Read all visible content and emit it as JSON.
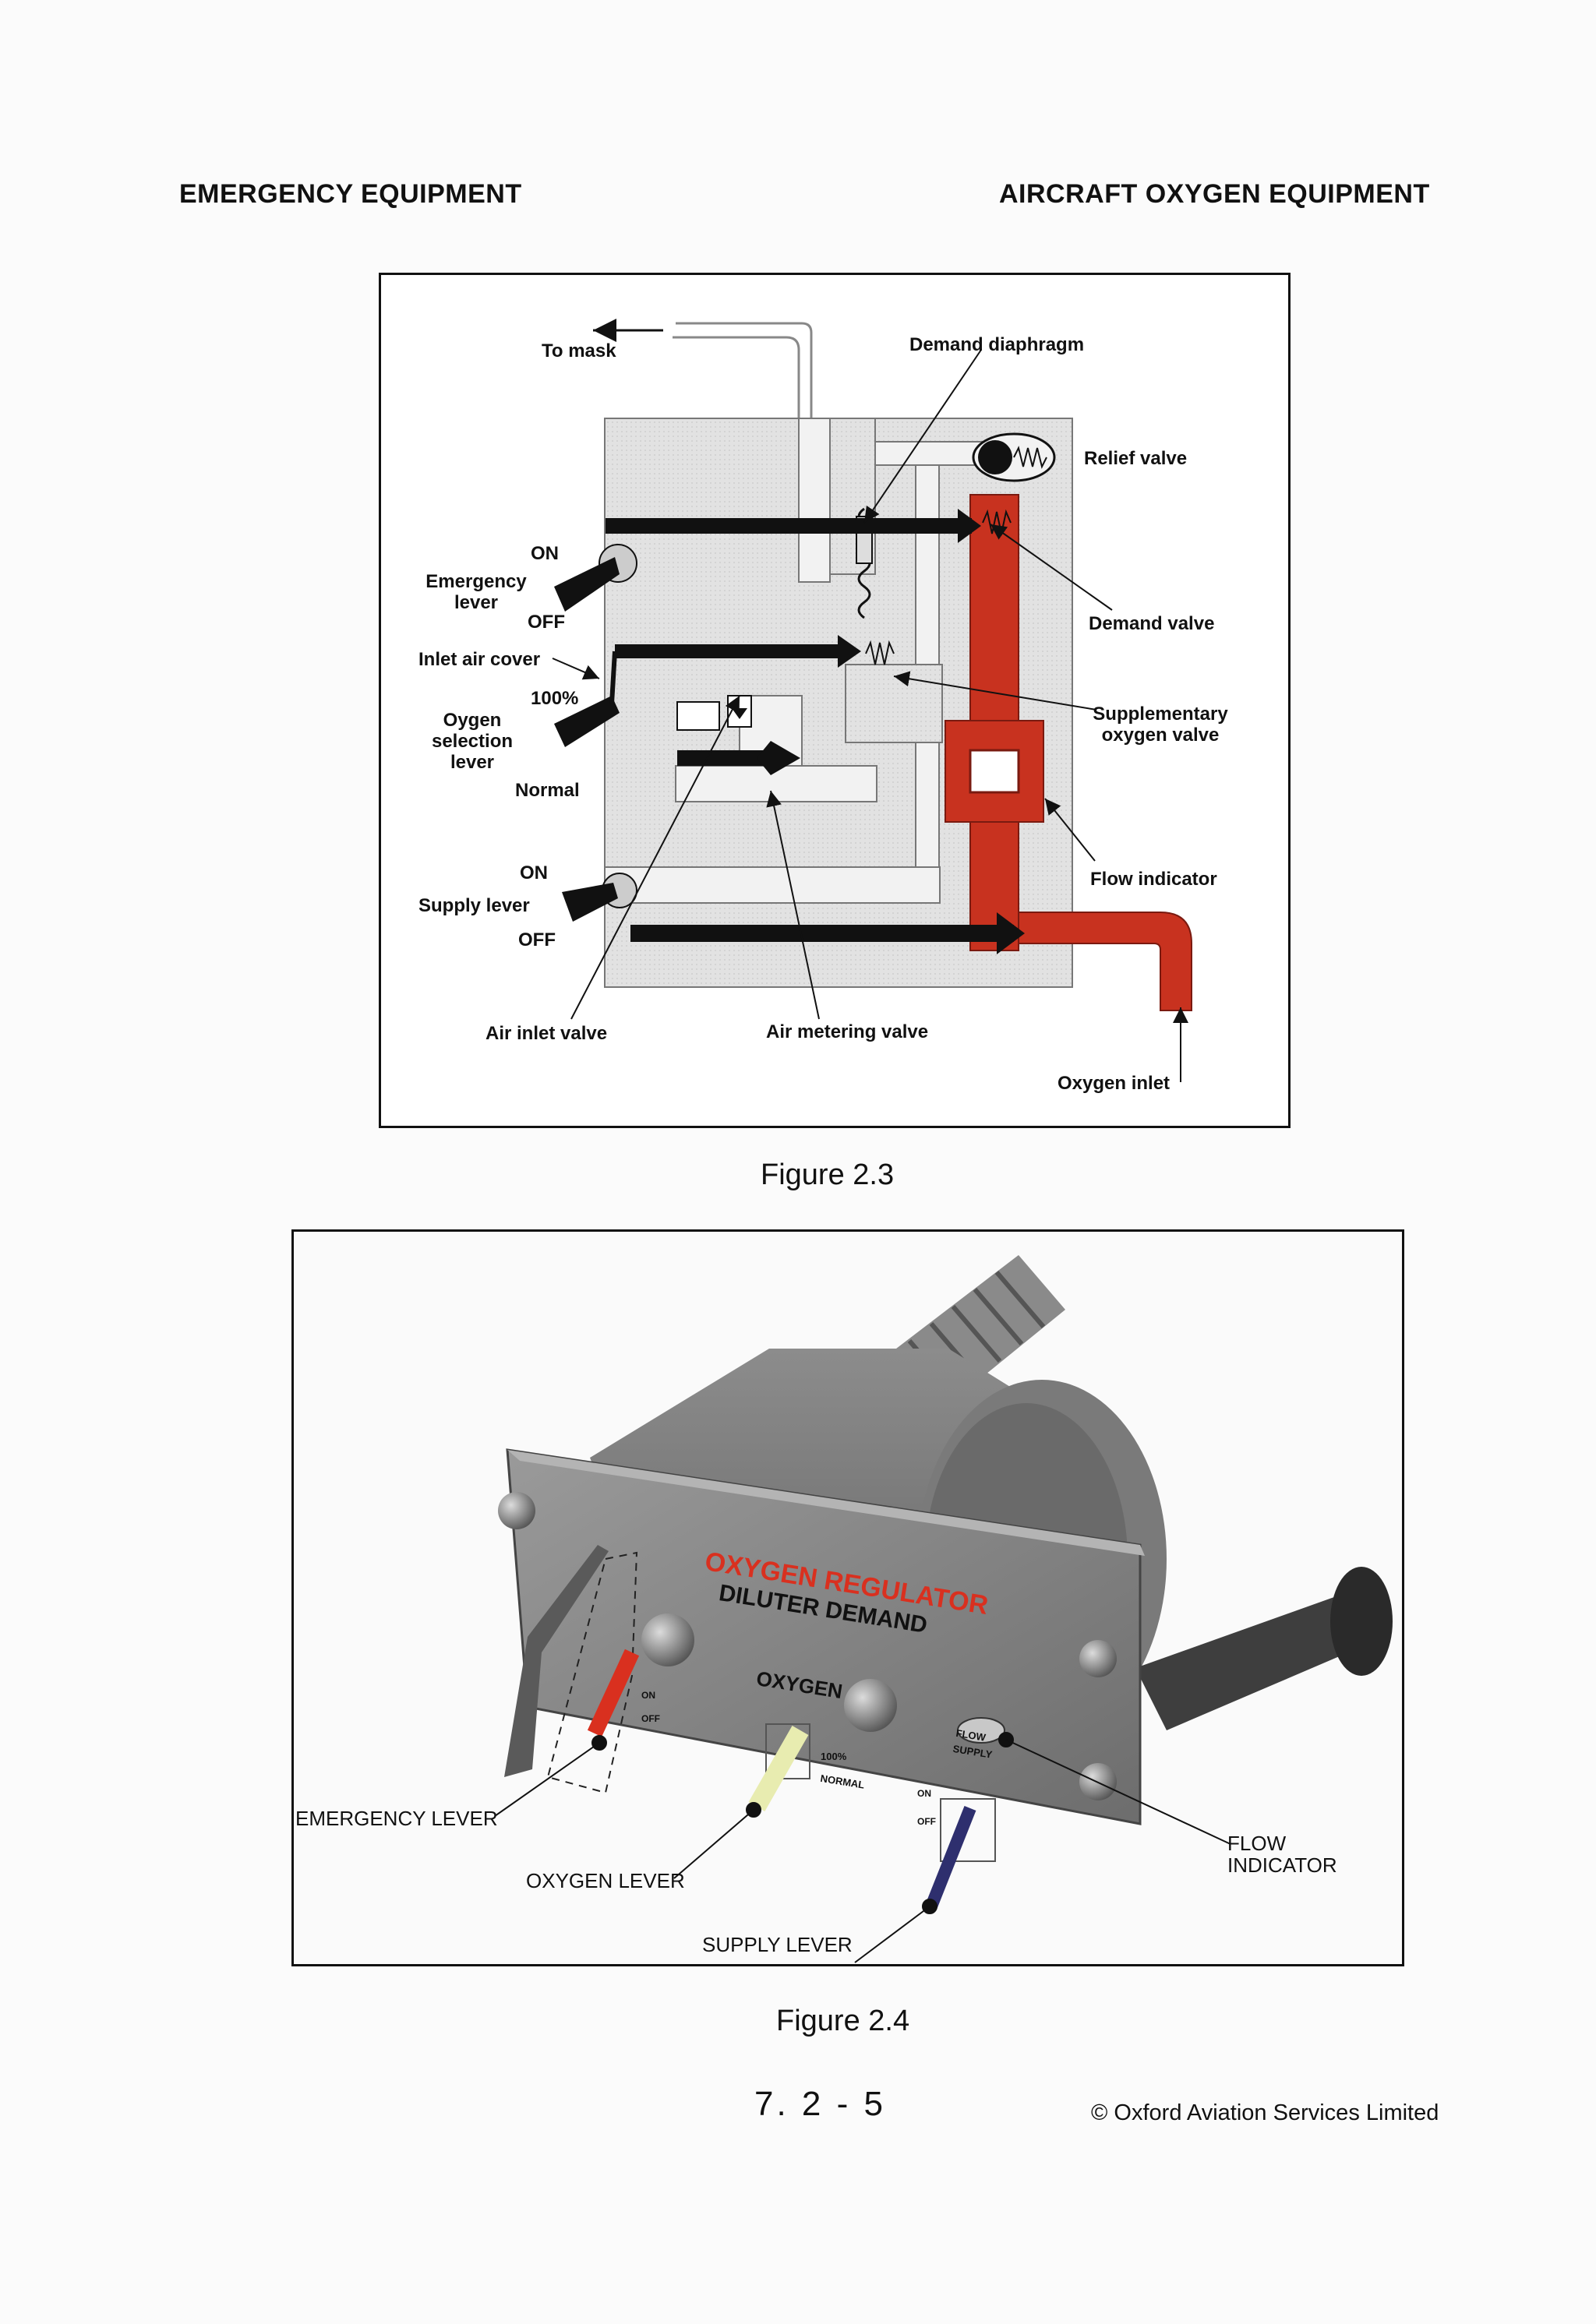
{
  "header": {
    "left": "EMERGENCY EQUIPMENT",
    "right": "AIRCRAFT OXYGEN EQUIPMENT"
  },
  "figure_2_3": {
    "caption": "Figure 2.3",
    "labels": {
      "to_mask": "To mask",
      "demand_diaphragm": "Demand diaphragm",
      "relief_valve": "Relief valve",
      "demand_valve": "Demand valve",
      "supplementary_valve": "Supplementary oxygen valve",
      "flow_indicator": "Flow indicator",
      "oxygen_inlet": "Oxygen inlet",
      "air_inlet_valve": "Air inlet valve",
      "air_metering_valve": "Air metering valve",
      "emergency_on": "ON",
      "emergency_lever": "Emergency lever",
      "emergency_off": "OFF",
      "inlet_air_cover": "Inlet air cover",
      "selection_100": "100%",
      "oxygen_selection_lever": "Oygen selection lever",
      "selection_normal": "Normal",
      "supply_on": "ON",
      "supply_lever": "Supply lever",
      "supply_off": "OFF"
    },
    "colors": {
      "oxygen": "#c8321f",
      "body": "#e4e4e4",
      "lever": "#111111"
    }
  },
  "figure_2_4": {
    "caption": "Figure 2.4",
    "panel_text": {
      "title_red": "OXYGEN REGULATOR",
      "title_black": "DILUTER DEMAND",
      "oxygen": "OXYGEN",
      "on_1": "ON",
      "off_1": "OFF",
      "pct_100": "100%",
      "normal": "NORMAL",
      "on_2": "ON",
      "off_2": "OFF",
      "flow": "FLOW",
      "supply": "SUPPLY"
    },
    "callouts": {
      "emergency_lever": "EMERGENCY LEVER",
      "oxygen_lever": "OXYGEN LEVER",
      "supply_lever": "SUPPLY LEVER",
      "flow_indicator_1": "FLOW",
      "flow_indicator_2": "INDICATOR"
    },
    "colors": {
      "emergency_lever": "#d9301f",
      "oxygen_lever": "#e8ecb0",
      "supply_lever": "#2e2f6e"
    }
  },
  "footer": {
    "page_number": "7. 2 - 5",
    "copyright": "© Oxford Aviation Services Limited"
  }
}
